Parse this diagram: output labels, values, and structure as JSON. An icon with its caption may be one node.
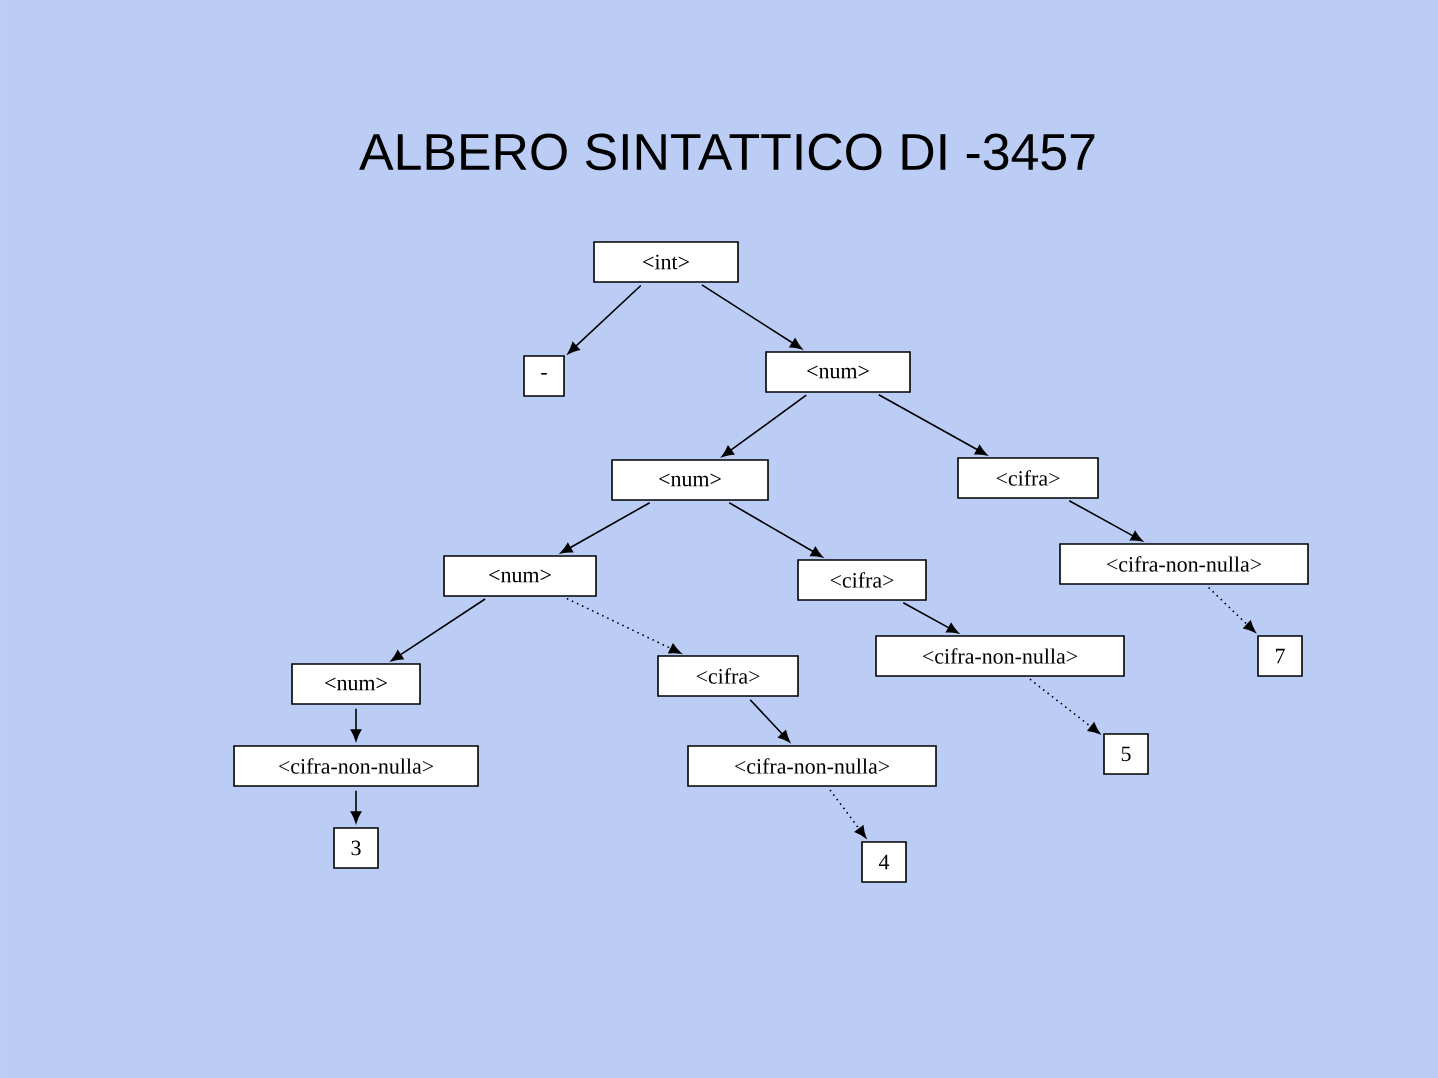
{
  "diagram": {
    "title": "ALBERO SINTATTICO DI -3457",
    "nodes": [
      {
        "text": [
          "<int>"
        ]
      },
      {
        "text": [
          "-"
        ]
      },
      {
        "text": [
          "<num>"
        ]
      },
      {
        "text": [
          "<num>"
        ]
      },
      {
        "text": [
          "<cifra>"
        ]
      },
      {
        "text": [
          "<num>"
        ]
      },
      {
        "text": [
          "<cifra>"
        ]
      },
      {
        "text": [
          "<cifra-non-nulla>"
        ]
      },
      {
        "text": [
          "<num>"
        ]
      },
      {
        "text": [
          "<cifra>"
        ]
      },
      {
        "text": [
          "<cifra-non-nulla>"
        ]
      },
      {
        "text": [
          "7"
        ]
      },
      {
        "text": [
          "<cifra-non-nulla>"
        ]
      },
      {
        "text": [
          "<cifra-non-nulla>"
        ]
      },
      {
        "text": [
          "5"
        ]
      },
      {
        "text": [
          "3"
        ]
      },
      {
        "text": [
          "4"
        ]
      }
    ],
    "edges": [
      {
        "from": 0,
        "to": 1,
        "arrow": "to"
      },
      {
        "from": 0,
        "to": 2,
        "arrow": "to"
      },
      {
        "from": 2,
        "to": 3,
        "arrow": "to"
      },
      {
        "from": 2,
        "to": 4,
        "arrow": "to"
      },
      {
        "from": 3,
        "to": 5,
        "arrow": "to"
      },
      {
        "from": 3,
        "to": 6,
        "arrow": "to"
      },
      {
        "from": 5,
        "to": 8,
        "arrow": "to"
      },
      {
        "from": 5,
        "to": 9,
        "arrow": "to",
        "style": "dashed"
      },
      {
        "from": 4,
        "to": 7,
        "arrow": "to"
      },
      {
        "from": 6,
        "to": 10,
        "arrow": "to"
      },
      {
        "from": 7,
        "to": 11,
        "arrow": "to",
        "style": "dashed"
      },
      {
        "from": 10,
        "to": 14,
        "arrow": "to",
        "style": "dashed"
      },
      {
        "from": 8,
        "to": 12,
        "arrow": "to"
      },
      {
        "from": 9,
        "to": 13,
        "arrow": "to"
      },
      {
        "from": 12,
        "to": 15,
        "arrow": "to"
      },
      {
        "from": 13,
        "to": 16,
        "arrow": "to",
        "style": "dashed"
      }
    ]
  }
}
